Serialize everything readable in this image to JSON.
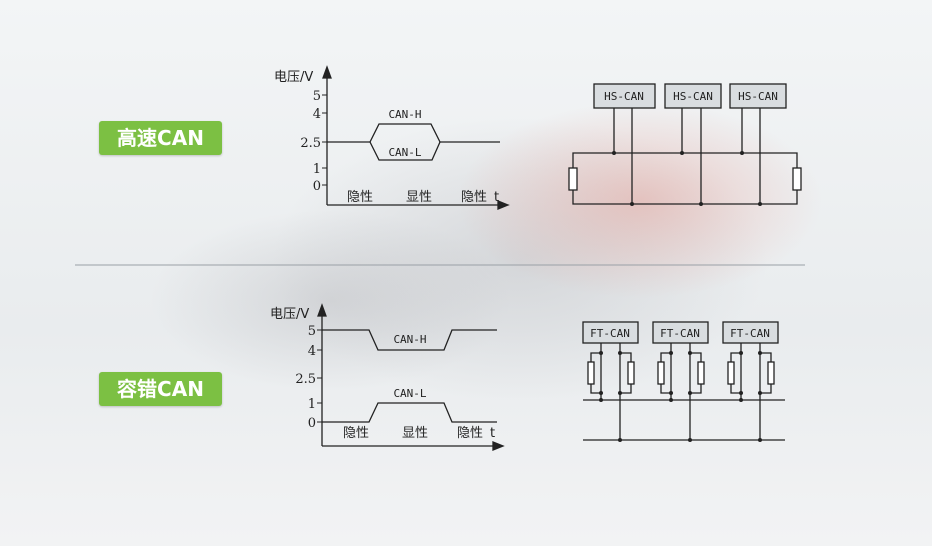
{
  "sections": [
    {
      "label": "高速CAN",
      "node_label": "HS-CAN"
    },
    {
      "label": "容错CAN",
      "node_label": "FT-CAN"
    }
  ],
  "chart": {
    "y_axis_label": "电压/V",
    "x_axis_label": "t",
    "ticks": [
      "5",
      "4",
      "2.5",
      "1",
      "0"
    ],
    "can_h": "CAN-H",
    "can_l": "CAN-L",
    "recessive": "隐性",
    "dominant": "显性"
  },
  "colors": {
    "tag_green": "#7cc043"
  }
}
